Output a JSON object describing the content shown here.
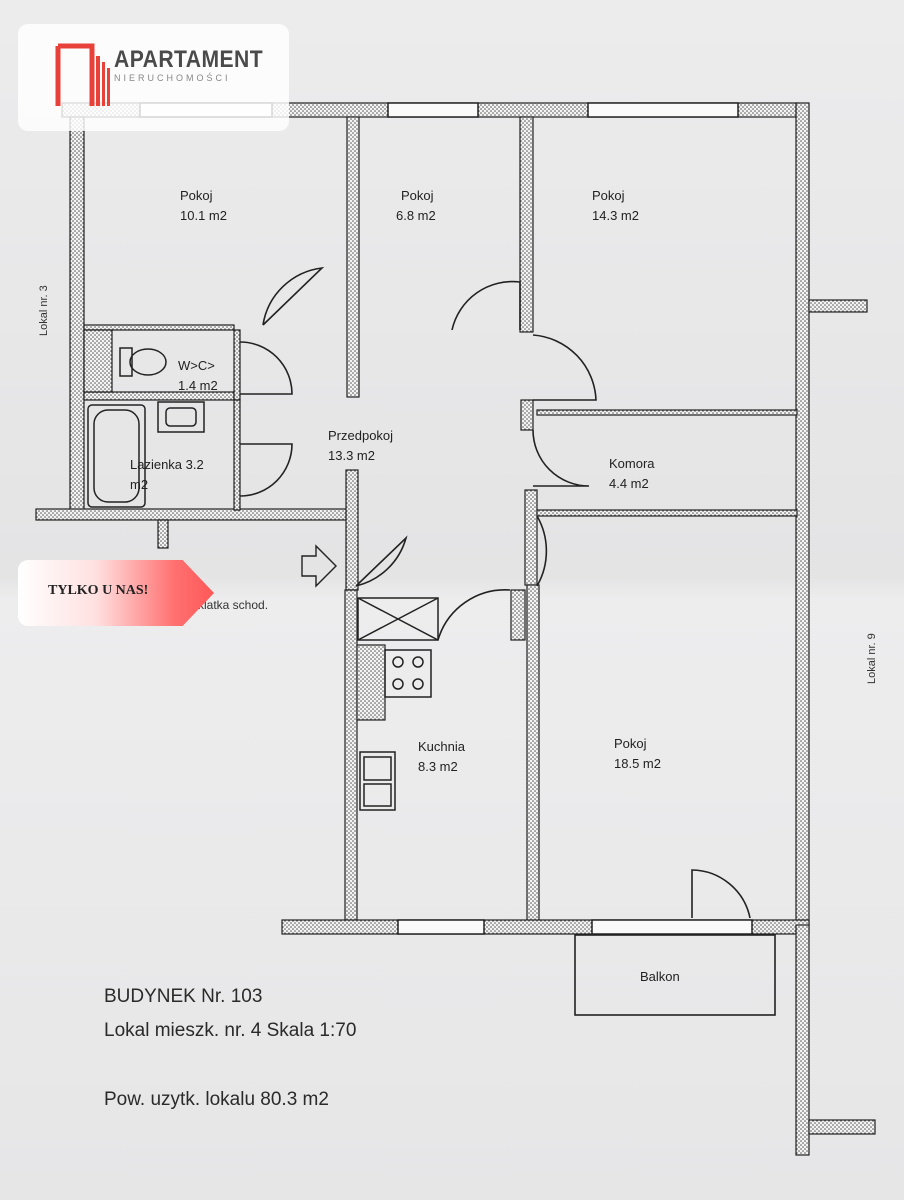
{
  "logo": {
    "title": "APARTAMENT",
    "subtitle": "NIERUCHOMOŚCI",
    "brand_color": "#e8413a"
  },
  "promo": {
    "text": "TYLKO U NAS!",
    "color": "#ff5a5a"
  },
  "rooms": {
    "pokoj_a": {
      "name": "Pokoj",
      "area": "10.1 m2"
    },
    "pokoj_b": {
      "name": "Pokoj",
      "area": "6.8 m2"
    },
    "pokoj_c": {
      "name": "Pokoj",
      "area": "14.3 m2"
    },
    "wc": {
      "name": "W>C>",
      "area": "1.4 m2"
    },
    "lazienka": {
      "name": "Lazienka 3.2",
      "area": "m2"
    },
    "przedpokoj": {
      "name": "Przedpokoj",
      "area": "13.3 m2"
    },
    "komora": {
      "name": "Komora",
      "area": "4.4 m2"
    },
    "kuchnia": {
      "name": "Kuchnia",
      "area": "8.3 m2"
    },
    "pokoj_d": {
      "name": "Pokoj",
      "area": "18.5 m2"
    },
    "balkon": {
      "name": "Balkon"
    }
  },
  "side_labels": {
    "left": "Lokal nr. 3",
    "right": "Lokal nr. 9",
    "stairs": "klatka schod."
  },
  "info": {
    "building": "BUDYNEK Nr. 103",
    "unit": "Lokal mieszk. nr. 4   Skala 1:70",
    "area": "Pow. uzytk. lokalu 80.3  m2"
  }
}
